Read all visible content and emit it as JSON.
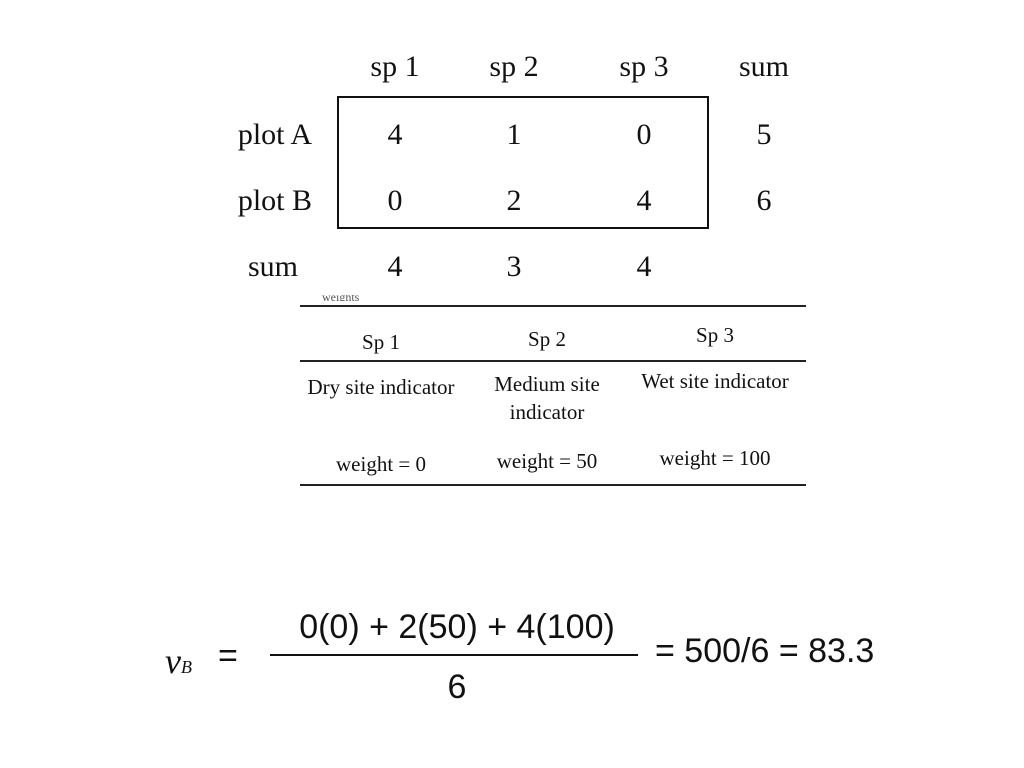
{
  "matrix": {
    "columns": [
      "sp 1",
      "sp 2",
      "sp 3",
      "sum"
    ],
    "rows": [
      {
        "label": "plot A",
        "values": [
          "4",
          "1",
          "0"
        ],
        "sum": "5"
      },
      {
        "label": "plot B",
        "values": [
          "0",
          "2",
          "4"
        ],
        "sum": "6"
      }
    ],
    "sum_row": {
      "label": "sum",
      "values": [
        "4",
        "3",
        "4"
      ]
    }
  },
  "weights_table": {
    "cut_heading": "weights",
    "headers": [
      "Sp 1",
      "Sp 2",
      "Sp 3"
    ],
    "indicators": [
      "Dry site indicator",
      "Medium site indicator",
      "Wet site indicator"
    ],
    "weights": [
      "weight = 0",
      "weight = 50",
      "weight = 100"
    ]
  },
  "equation": {
    "variable": "v",
    "subscript": "B",
    "equals": "=",
    "numerator": "0(0) + 2(50) + 4(100)",
    "denominator": "6",
    "result": "= 500/6 = 83.3"
  }
}
